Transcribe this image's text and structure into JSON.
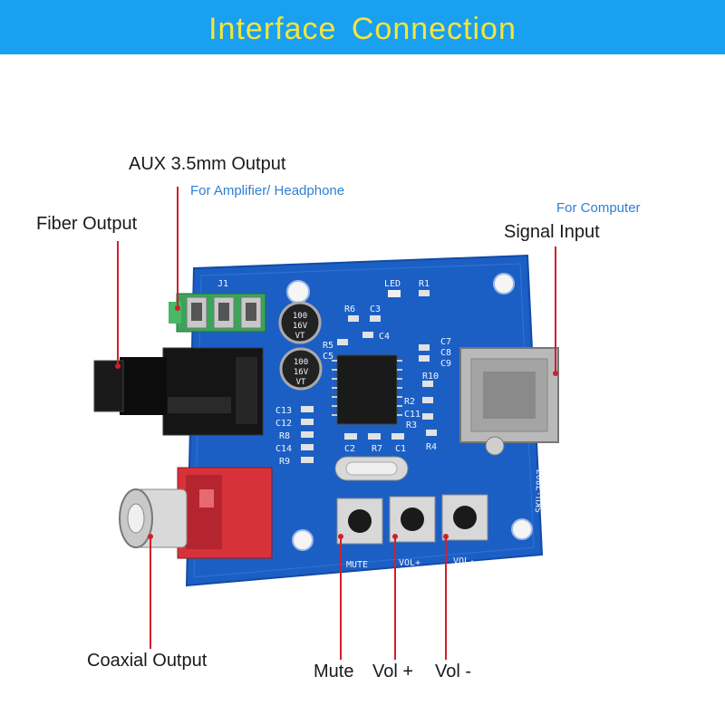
{
  "banner": {
    "title": "Interface  Connection",
    "bg": "#1aa0f0",
    "text_color": "#f4e53a"
  },
  "labels": {
    "aux": "AUX 3.5mm Output",
    "aux_sub": "For Amplifier/ Headphone",
    "fiber": "Fiber Output",
    "signal": "Signal Input",
    "signal_sub": "For Computer",
    "coaxial": "Coaxial Output",
    "mute": "Mute",
    "volup": "Vol +",
    "voldown": "Vol -"
  },
  "board_text": {
    "j1": "J1",
    "led": "LED",
    "r1": "R1",
    "r6": "R6",
    "c3": "C3",
    "c4": "C4",
    "r5": "R5",
    "c5": "C5",
    "cap_val": "100",
    "cap_volt": "16V",
    "cap_mark": "VT",
    "c7": "C7",
    "c8": "C8",
    "c9": "C9",
    "r10": "R10",
    "r2": "R2",
    "c11": "C11",
    "r3": "R3",
    "r4": "R4",
    "c13": "C13",
    "c12": "C12",
    "r8": "R8",
    "c14": "C14",
    "r9": "R9",
    "c2": "C2",
    "r7": "R7",
    "c1": "C1",
    "sku": "SKU:7807",
    "mute": "MUTE",
    "volup": "VOL+",
    "voldown": "VOL-"
  },
  "colors": {
    "board": "#1c5fc4",
    "leader": "#d0202a",
    "label": "#1a1a1a",
    "sublabel": "#2f7fd0"
  }
}
